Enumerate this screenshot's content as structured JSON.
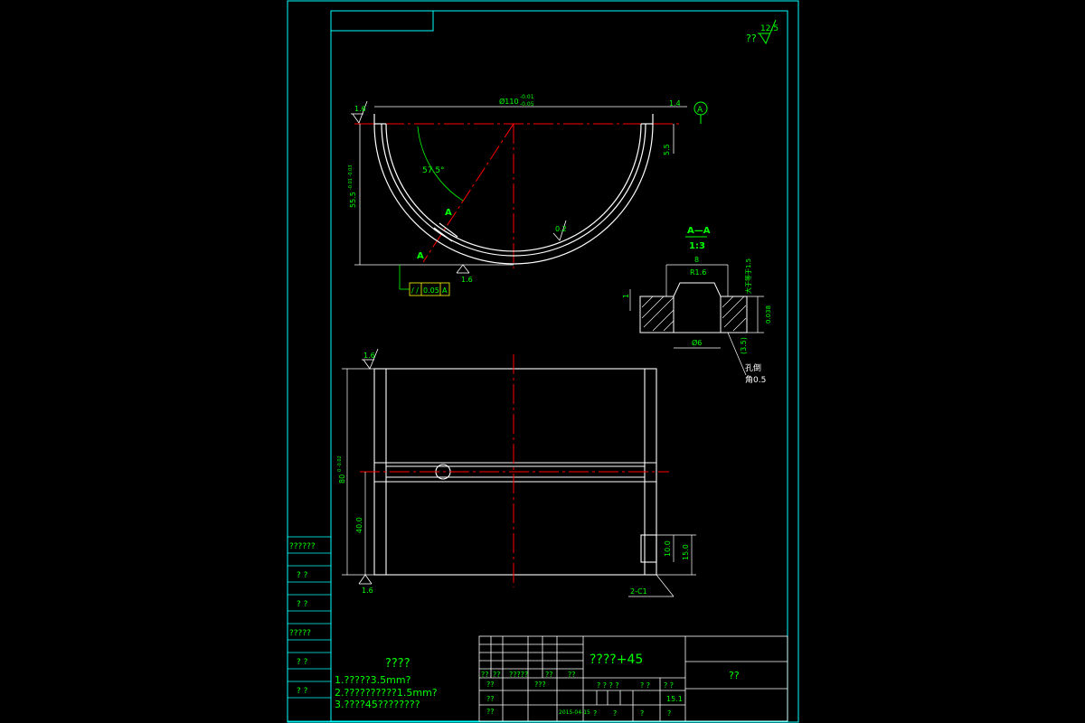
{
  "colors": {
    "background": "#000000",
    "border": "#00ffff",
    "geometry": "#ffffff",
    "centerline": "#ff0000",
    "text": "#00ff00",
    "datum_box": "#ffff00"
  },
  "drawing": {
    "roughness_global": "12.5",
    "roughness_global_prefix": "??",
    "top_view": {
      "dim_diameter": "Ø110",
      "dim_diameter_upper_tol": "-0.01",
      "dim_diameter_lower_tol": "-0.05",
      "dim_height": "55.5",
      "dim_height_tol": "-0.01 -0.03",
      "dim_step": "5.5",
      "dim_top_right": "1.4",
      "datum_label": "A",
      "angle": "57.5°",
      "section_mark_top": "A",
      "section_mark_bottom": "A",
      "roughness_left": "1.6",
      "roughness_bottom": "1.6",
      "roughness_inner": "0.2",
      "tolerance_symbol": "/ /",
      "tolerance_value": "0.05",
      "tolerance_datum": "A"
    },
    "section_view": {
      "title": "A—A",
      "scale": "1:3",
      "dim_width": "8",
      "dim_radius": "R1.6",
      "dim_hole": "Ø6",
      "dim_thickness": "(3.5)",
      "dim_side": "1",
      "dim_right_1": "大于等于1.5",
      "dim_right_2": "0.038",
      "note_1": "孔倒",
      "note_2": "角0.5"
    },
    "front_view": {
      "roughness_top": "1.6",
      "roughness_bottom": "1.6",
      "dim_length": "80",
      "dim_length_tol": "0 -0.02",
      "dim_half": "40.0",
      "dim_slot_1": "10.0",
      "dim_slot_2": "15.0",
      "chamfer": "2-C1"
    }
  },
  "side_table": {
    "rows": [
      "??????",
      "? ?",
      "? ?",
      "?????",
      "? ?",
      "? ?"
    ]
  },
  "notes": {
    "heading": "????",
    "lines": [
      "1.?????3.5mm?",
      "2.??????????1.5mm?",
      "3.????45????????"
    ]
  },
  "title_block": {
    "part_name": "????+45",
    "company": "??",
    "sign_labels": [
      "??",
      "??",
      "?????",
      "??",
      "??"
    ],
    "row_labels": [
      "??",
      "???",
      "??",
      "??"
    ],
    "date": "2015-04-15",
    "mid_labels": [
      "? ? ? ?",
      "? ?",
      "? ?"
    ],
    "scale_value": "15.1",
    "bottom_labels": [
      "?",
      "?",
      "?",
      "?"
    ]
  }
}
